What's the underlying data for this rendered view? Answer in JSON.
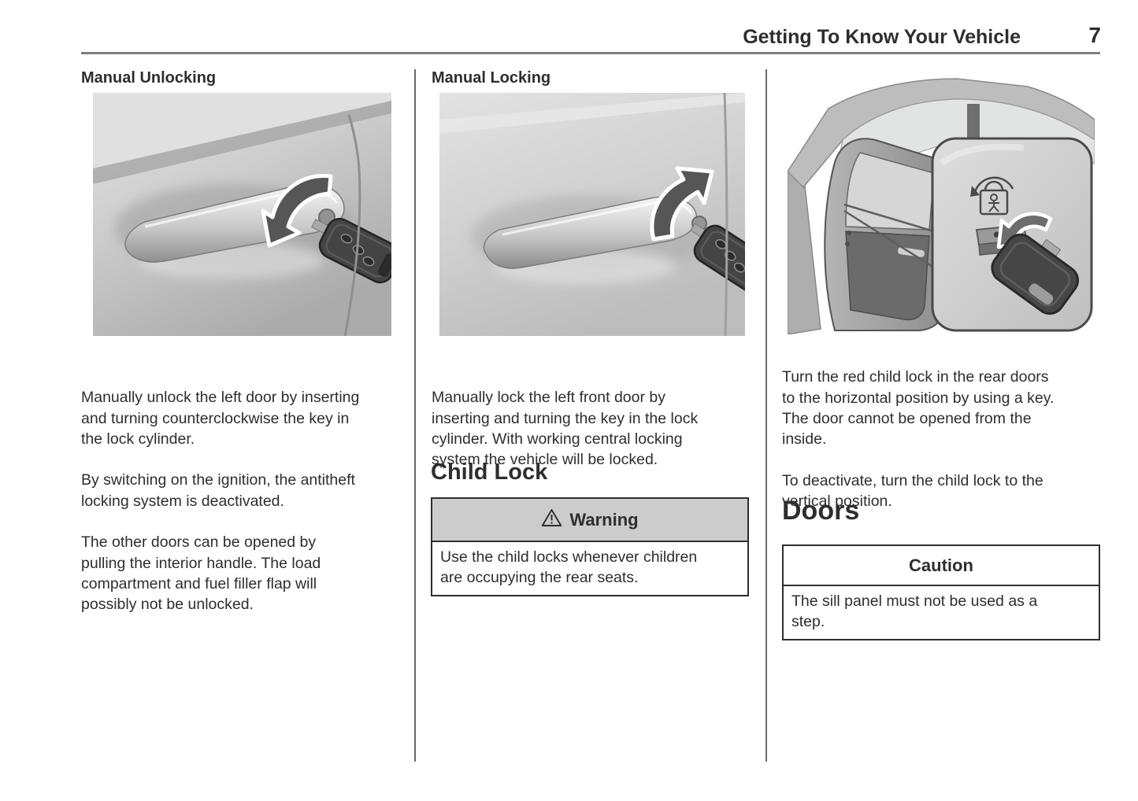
{
  "header": {
    "title": "Getting To Know Your Vehicle",
    "page_number": "7"
  },
  "left_column": {
    "heading": "Manual Unlocking",
    "illustration": "Key fob inserted in the exterior door handle lock cylinder with counterclockwise turn arrow",
    "paragraphs": [
      "Manually unlock the left door by inserting\nand turning counterclockwise the key in\nthe lock cylinder.",
      "By switching on the ignition, the antitheft\nlocking system is deactivated.",
      "The other doors can be opened by\npulling the interior handle. The load\ncompartment and fuel filler flap will\npossibly not be unlocked."
    ]
  },
  "middle_column": {
    "heading": "Manual Locking",
    "illustration": "Key fob inserted in the exterior door handle lock cylinder with clockwise turn arrow",
    "paragraphs": [
      "Manually lock the left front door by\ninserting and turning the key in the lock\ncylinder. With working central locking\nsystem the vehicle will be locked."
    ],
    "section_heading": "Child Lock",
    "warning_box": {
      "icon": "warning-triangle-icon",
      "title": "Warning",
      "body": "Use the child locks whenever children\nare occupying the rear seats."
    }
  },
  "right_column": {
    "illustration": "Open rear door with magnified inset of the child lock being turned with a key",
    "paragraphs": [
      "Turn the red child lock in the rear doors\nto the horizontal position by using a key.\nThe door cannot be opened from the\ninside.",
      "To deactivate, turn the child lock to the\nvertical position."
    ],
    "section_heading": "Doors",
    "caution_box": {
      "title": "Caution",
      "body": "The sill panel must not be used as a\nstep."
    }
  },
  "colors": {
    "text": "#2e2e2e",
    "header_rule": "#7f7f7f",
    "column_divider": "#6b6b6b",
    "box_border": "#2e2e2e",
    "warning_header_bg": "#cccccc"
  }
}
